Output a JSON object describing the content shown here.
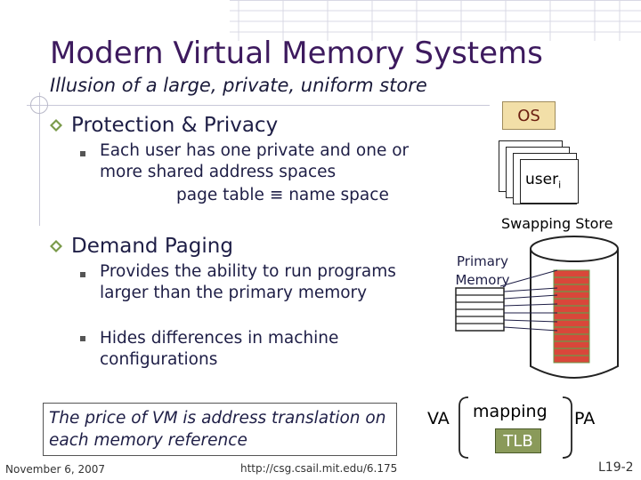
{
  "title": "Modern Virtual Memory Systems",
  "subtitle": "Illusion of a large, private, uniform store",
  "sections": [
    {
      "heading": "Protection & Privacy",
      "items": [
        "Each user has one private and one or more shared address spaces",
        "page table ≡ name space"
      ]
    },
    {
      "heading": "Demand Paging",
      "items": [
        "Provides the ability to run programs larger than the primary memory",
        "Hides differences in machine configurations"
      ]
    }
  ],
  "diagram": {
    "os_label": "OS",
    "user_label": "user",
    "user_subscript": "i",
    "swapping_store_label": "Swapping Store",
    "primary_memory_label": "Primary Memory",
    "va_label": "VA",
    "mapping_label": "mapping",
    "tlb_label": "TLB",
    "pa_label": "PA"
  },
  "price_note": "The price of VM is address translation on each memory reference",
  "footer": {
    "date": "November 6, 2007",
    "url": "http://csg.csail.mit.edu/6.175",
    "slide_number": "L19-2"
  },
  "colors": {
    "title": "#3d1a5e",
    "os_box": "#f2dfa8",
    "tlb_box": "#8a9a5a",
    "swap_fill": "#d9473a",
    "swap_grid": "#6a9a4a"
  }
}
